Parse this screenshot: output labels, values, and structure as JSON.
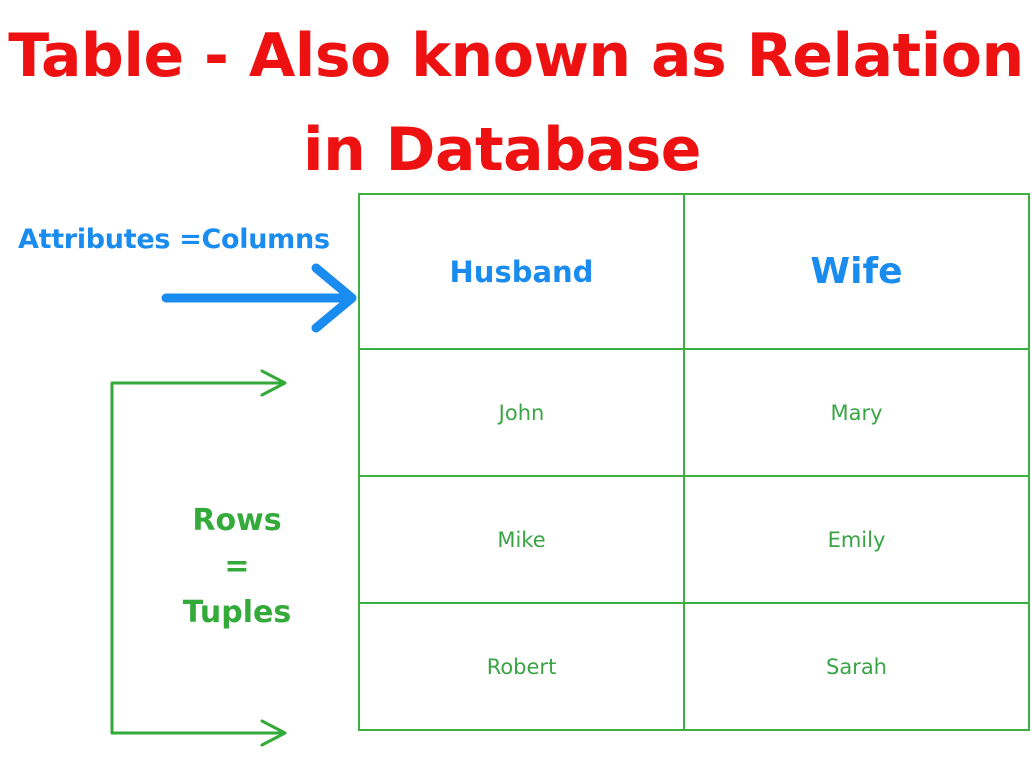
{
  "title": {
    "line1": "Table - Also known as Relation",
    "line2": "in Database"
  },
  "labels": {
    "attributes": "Attributes =Columns",
    "rows_line1": "Rows",
    "rows_line2": "=",
    "rows_line3": "Tuples"
  },
  "table": {
    "headers": [
      "Husband",
      "Wife"
    ],
    "rows": [
      [
        "John",
        "Mary"
      ],
      [
        "Mike",
        "Emily"
      ],
      [
        "Robert",
        "Sarah"
      ]
    ]
  },
  "colors": {
    "title": "#ee1111",
    "blue": "#1a8cf0",
    "green": "#3cb043"
  },
  "icons": [
    "blue-arrow-icon",
    "green-bracket-arrows-icon"
  ]
}
